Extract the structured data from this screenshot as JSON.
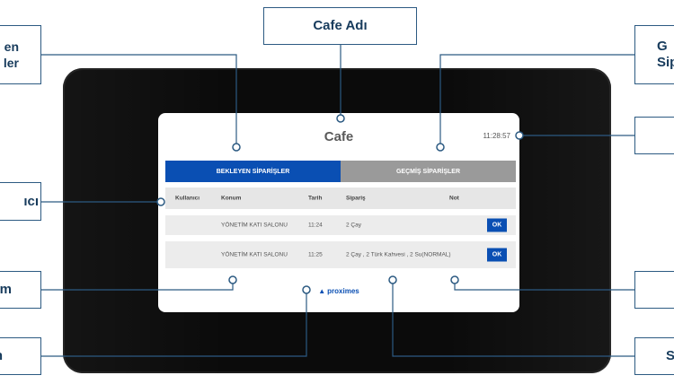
{
  "callouts": {
    "top": "Cafe Adı",
    "left1_line1": "en",
    "left1_line2": "ler",
    "left2": "ıcı",
    "left3": "m",
    "left4": "n",
    "right1_line1": "G",
    "right1_line2": "Sip",
    "right4": "S"
  },
  "app": {
    "title": "Cafe",
    "time": "11:28:57",
    "tabs": [
      {
        "label": "BEKLEYEN SİPARİŞLER",
        "active": true
      },
      {
        "label": "GEÇMİŞ SİPARİŞLER",
        "active": false
      }
    ],
    "columns": {
      "user": "Kullanıcı",
      "location": "Konum",
      "date": "Tarih",
      "order": "Sipariş",
      "note": "Not"
    },
    "rows": [
      {
        "user": "",
        "location": "YÖNETİM KATI SALONU",
        "date": "11:24",
        "order": "2 Çay",
        "note": "",
        "action": "OK"
      },
      {
        "user": "",
        "location": "YÖNETİM KATI SALONU",
        "date": "11:25",
        "order": "2 Çay , 2 Türk Kahvesi , 2 Su(NORMAL)",
        "note": "",
        "action": "OK"
      }
    ],
    "brand": "proximes"
  },
  "colors": {
    "accent": "#0a4fb3",
    "inactive_tab": "#9a9a9a",
    "callout_border": "#2c5a82",
    "callout_text": "#173b5c"
  }
}
